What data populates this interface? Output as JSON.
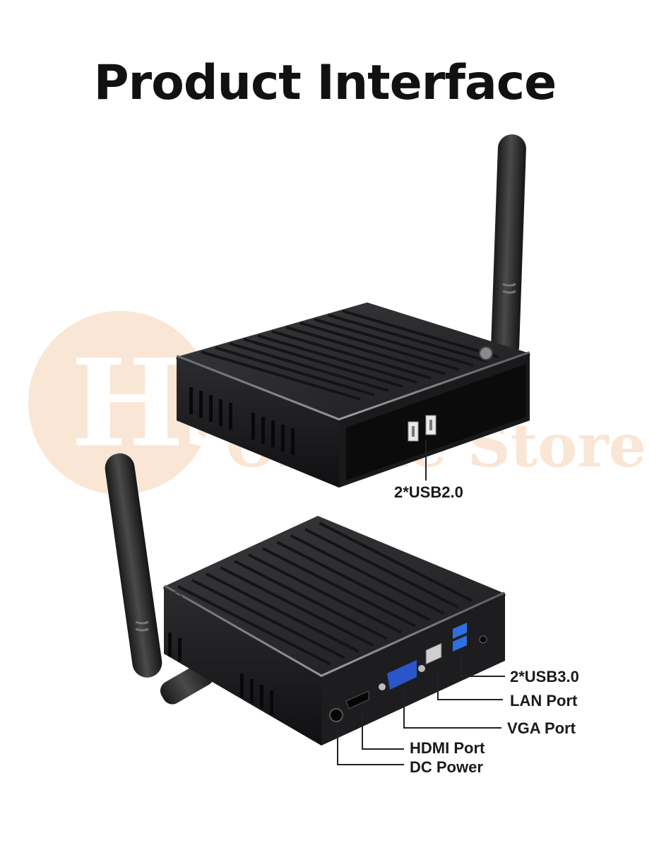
{
  "title": "Product Interface",
  "watermark": {
    "text": "HUNSN Online Store",
    "color": "#f6c8a4"
  },
  "callouts": {
    "usb20": "2*USB2.0",
    "usb30": "2*USB3.0",
    "lan": "LAN Port",
    "vga": "VGA Port",
    "hdmi": "HDMI Port",
    "dc": "DC Power"
  },
  "colors": {
    "chassis": "#2a2a2c",
    "vga_blue": "#2b56c9",
    "usb3_blue": "#2f6fe0",
    "leader_line": "#222222"
  }
}
